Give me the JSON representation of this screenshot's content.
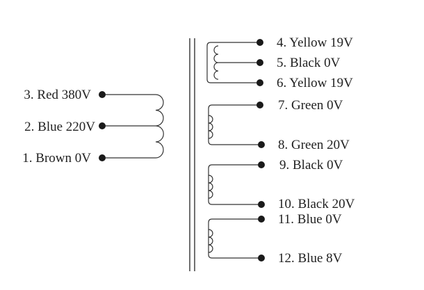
{
  "colors": {
    "line": "#333333",
    "dot": "#1a1a1a",
    "text": "#222222"
  },
  "primary": {
    "terminals": [
      {
        "label": "3. Red 380V"
      },
      {
        "label": "2. Blue 220V"
      },
      {
        "label": "1. Brown 0V"
      }
    ]
  },
  "secondary": {
    "windings": [
      {
        "terminals": [
          {
            "label": "4. Yellow 19V"
          },
          {
            "label": "5. Black 0V"
          },
          {
            "label": "6. Yellow 19V"
          }
        ]
      },
      {
        "terminals": [
          {
            "label": "7. Green 0V"
          },
          {
            "label": "8. Green 20V"
          }
        ]
      },
      {
        "terminals": [
          {
            "label": "9. Black 0V"
          },
          {
            "label": "10. Black 20V"
          }
        ]
      },
      {
        "terminals": [
          {
            "label": "11. Blue 0V"
          },
          {
            "label": "12. Blue 8V"
          }
        ]
      }
    ]
  }
}
